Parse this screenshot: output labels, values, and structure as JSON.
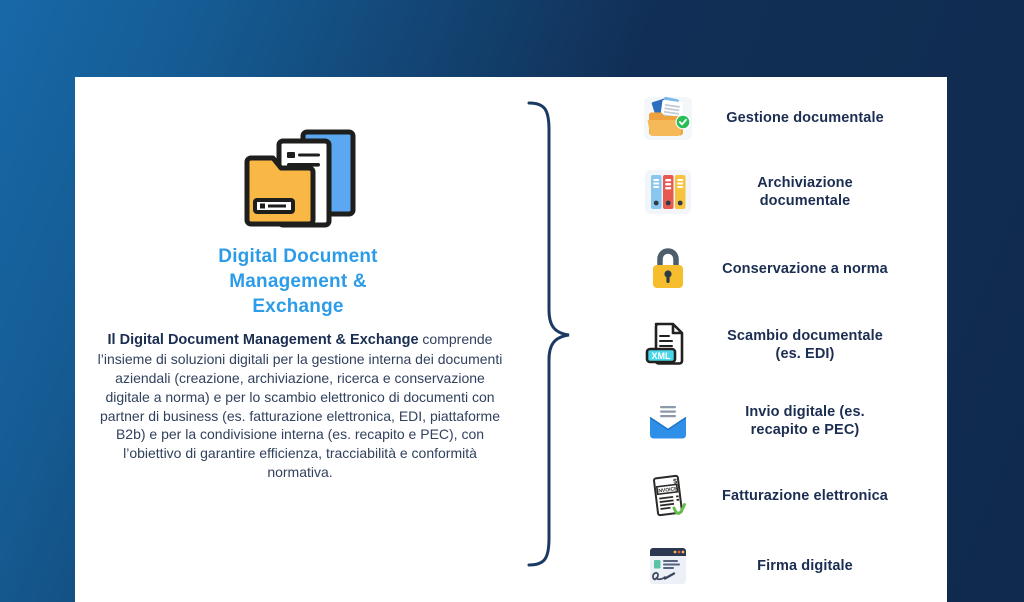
{
  "left_panel": {
    "title": "Digital Document Management & Exchange",
    "description_lead": "Il Digital Document Management & Exchange",
    "description_body": "comprende l’insieme di soluzioni digitali per la gestione interna dei documenti aziendali (creazione, archiviazione, ricerca e conservazione digitale a norma) e per lo scambio elettronico di documenti con partner di business (es. fatturazione elettronica, EDI, piattaforme B2b) e per la condivisione interna (es. recapito e PEC), con l’obiettivo di garantire efficienza, tracciabilità e conformità normativa."
  },
  "features": [
    {
      "label": "Gestione documentale",
      "icon": "folder-documents-check-icon"
    },
    {
      "label": "Archiviazione documentale",
      "icon": "archive-binders-icon"
    },
    {
      "label": "Conservazione a norma",
      "icon": "padlock-icon"
    },
    {
      "label": "Scambio documentale (es. EDI)",
      "icon": "xml-file-icon"
    },
    {
      "label": "Invio digitale (es. recapito e PEC)",
      "icon": "open-envelope-icon"
    },
    {
      "label": "Fatturazione elettronica",
      "icon": "invoice-check-icon"
    },
    {
      "label": "Firma digitale",
      "icon": "signature-window-icon"
    }
  ],
  "colors": {
    "title_accent": "#2D9CE8",
    "text_dark": "#1B2E52",
    "brace": "#1B3A63",
    "background_top_left": "#1868A8",
    "background_bottom_right": "#0F2A4D",
    "card_background": "#FFFFFF"
  }
}
